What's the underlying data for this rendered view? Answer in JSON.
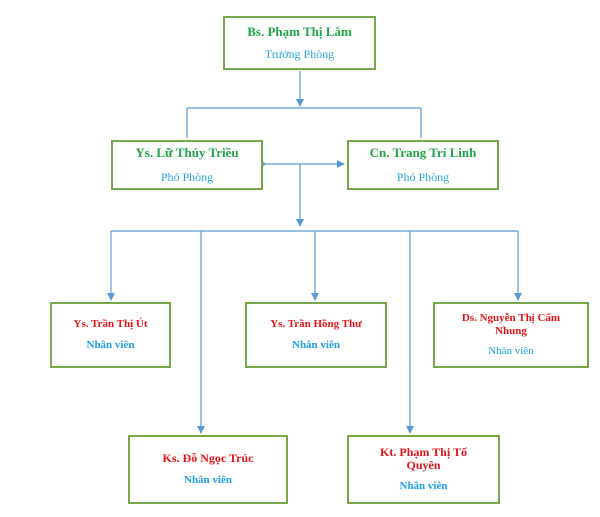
{
  "head": {
    "name": "Bs. Phạm Thị Lắm",
    "role": "Trưởng Phòng"
  },
  "deputies": [
    {
      "name": "Ys. Lữ Thúy Triều",
      "role": "Phó Phòng"
    },
    {
      "name": "Cn. Trang Trí Linh",
      "role": "Phó Phòng"
    }
  ],
  "staff": [
    {
      "name": "Ys. Trần Thị Út",
      "role": "Nhân viên"
    },
    {
      "name": "Ys. Trần Hồng Thư",
      "role": "Nhân viên"
    },
    {
      "name": "Ds. Nguyễn Thị Cẩm Nhung",
      "role": "Nhân viên"
    },
    {
      "name": "Ks. Đỗ Ngọc Trúc",
      "role": "Nhân viên"
    },
    {
      "name": "Kt. Phạm Thị Tố Quyên",
      "role": "Nhân viên"
    }
  ],
  "colors": {
    "box_border": "#76a84a",
    "leader_text": "#1fa64a",
    "leader_role": "#2aa7d9",
    "staff_text": "#e3141b",
    "staff_role": "#1f9fe6",
    "connector": "#5b9bd5"
  }
}
